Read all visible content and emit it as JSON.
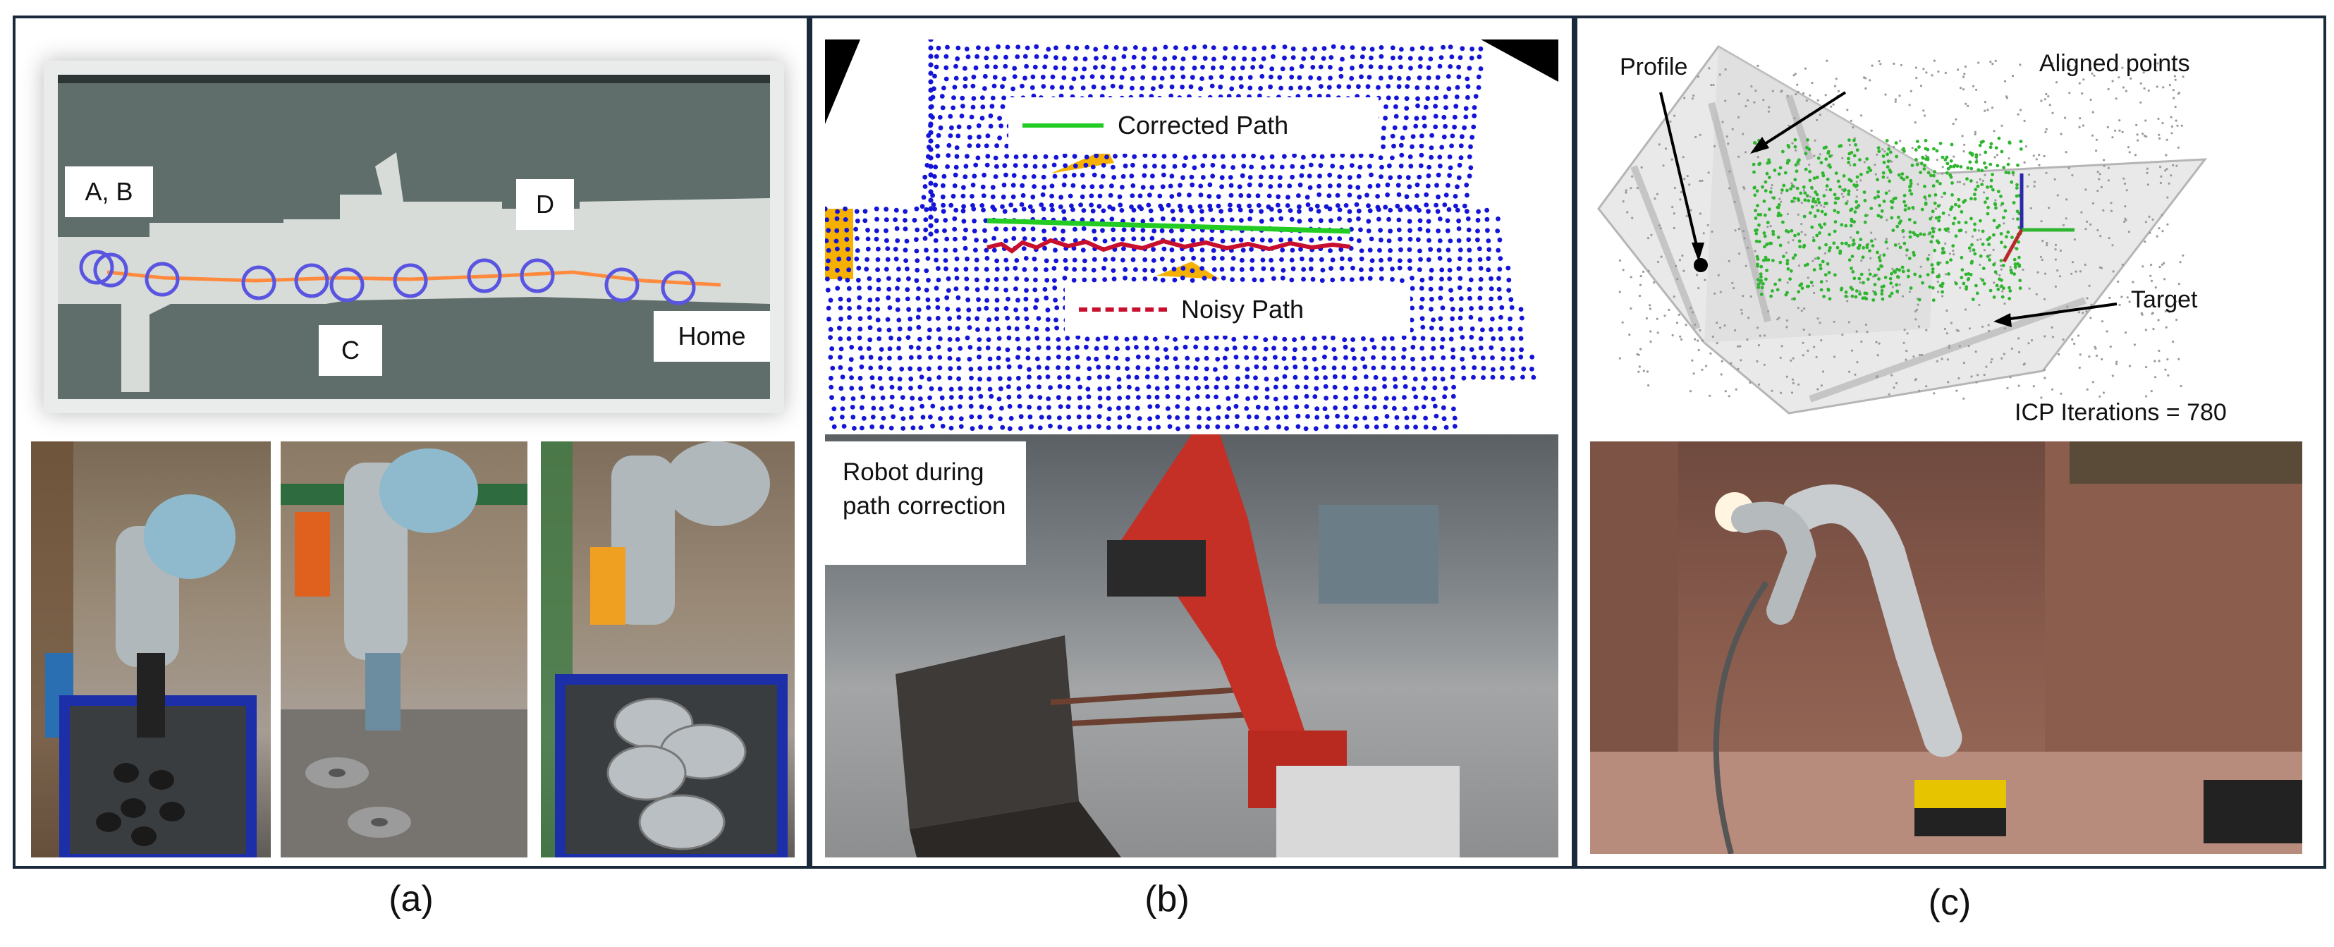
{
  "panel_a": {
    "caption": "(a)",
    "map_labels": {
      "ab": "A, B",
      "c": "C",
      "d": "D",
      "home": "Home"
    }
  },
  "panel_b": {
    "caption": "(b)",
    "legend_corrected": "Corrected Path",
    "legend_noisy": "Noisy Path",
    "photo_label": "Robot during path correction",
    "colors": {
      "points": "#1414d8",
      "corrected": "#22cc22",
      "noisy": "#c8102e",
      "accent": "#f5b000"
    }
  },
  "panel_c": {
    "caption": "(c)",
    "label_profile": "Profile",
    "label_aligned": "Aligned points",
    "label_target": "Target",
    "icp_text": "ICP Iterations = 780",
    "colors": {
      "aligned": "#2fb52f",
      "mesh": "#9a9a9a"
    }
  }
}
